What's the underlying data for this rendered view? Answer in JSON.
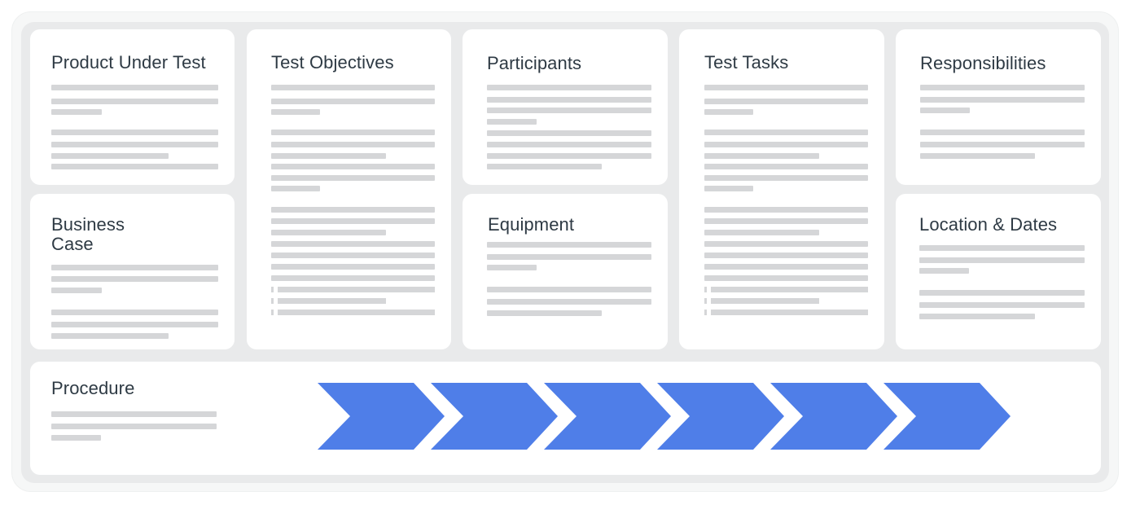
{
  "sections": {
    "product_under_test": {
      "title": "Product Under Test"
    },
    "test_objectives": {
      "title": "Test Objectives"
    },
    "participants": {
      "title": "Participants"
    },
    "test_tasks": {
      "title": "Test Tasks"
    },
    "responsibilities": {
      "title": "Responsibilities"
    },
    "business_case": {
      "title": "Business\nCase"
    },
    "equipment": {
      "title": "Equipment"
    },
    "location_dates": {
      "title": "Location & Dates"
    },
    "procedure": {
      "title": "Procedure"
    }
  },
  "colors": {
    "chevron": "#4f7ee8",
    "placeholder_line": "#d5d6d8",
    "card": "#ffffff",
    "board": "#e9eaeb"
  },
  "procedure_steps": 6
}
